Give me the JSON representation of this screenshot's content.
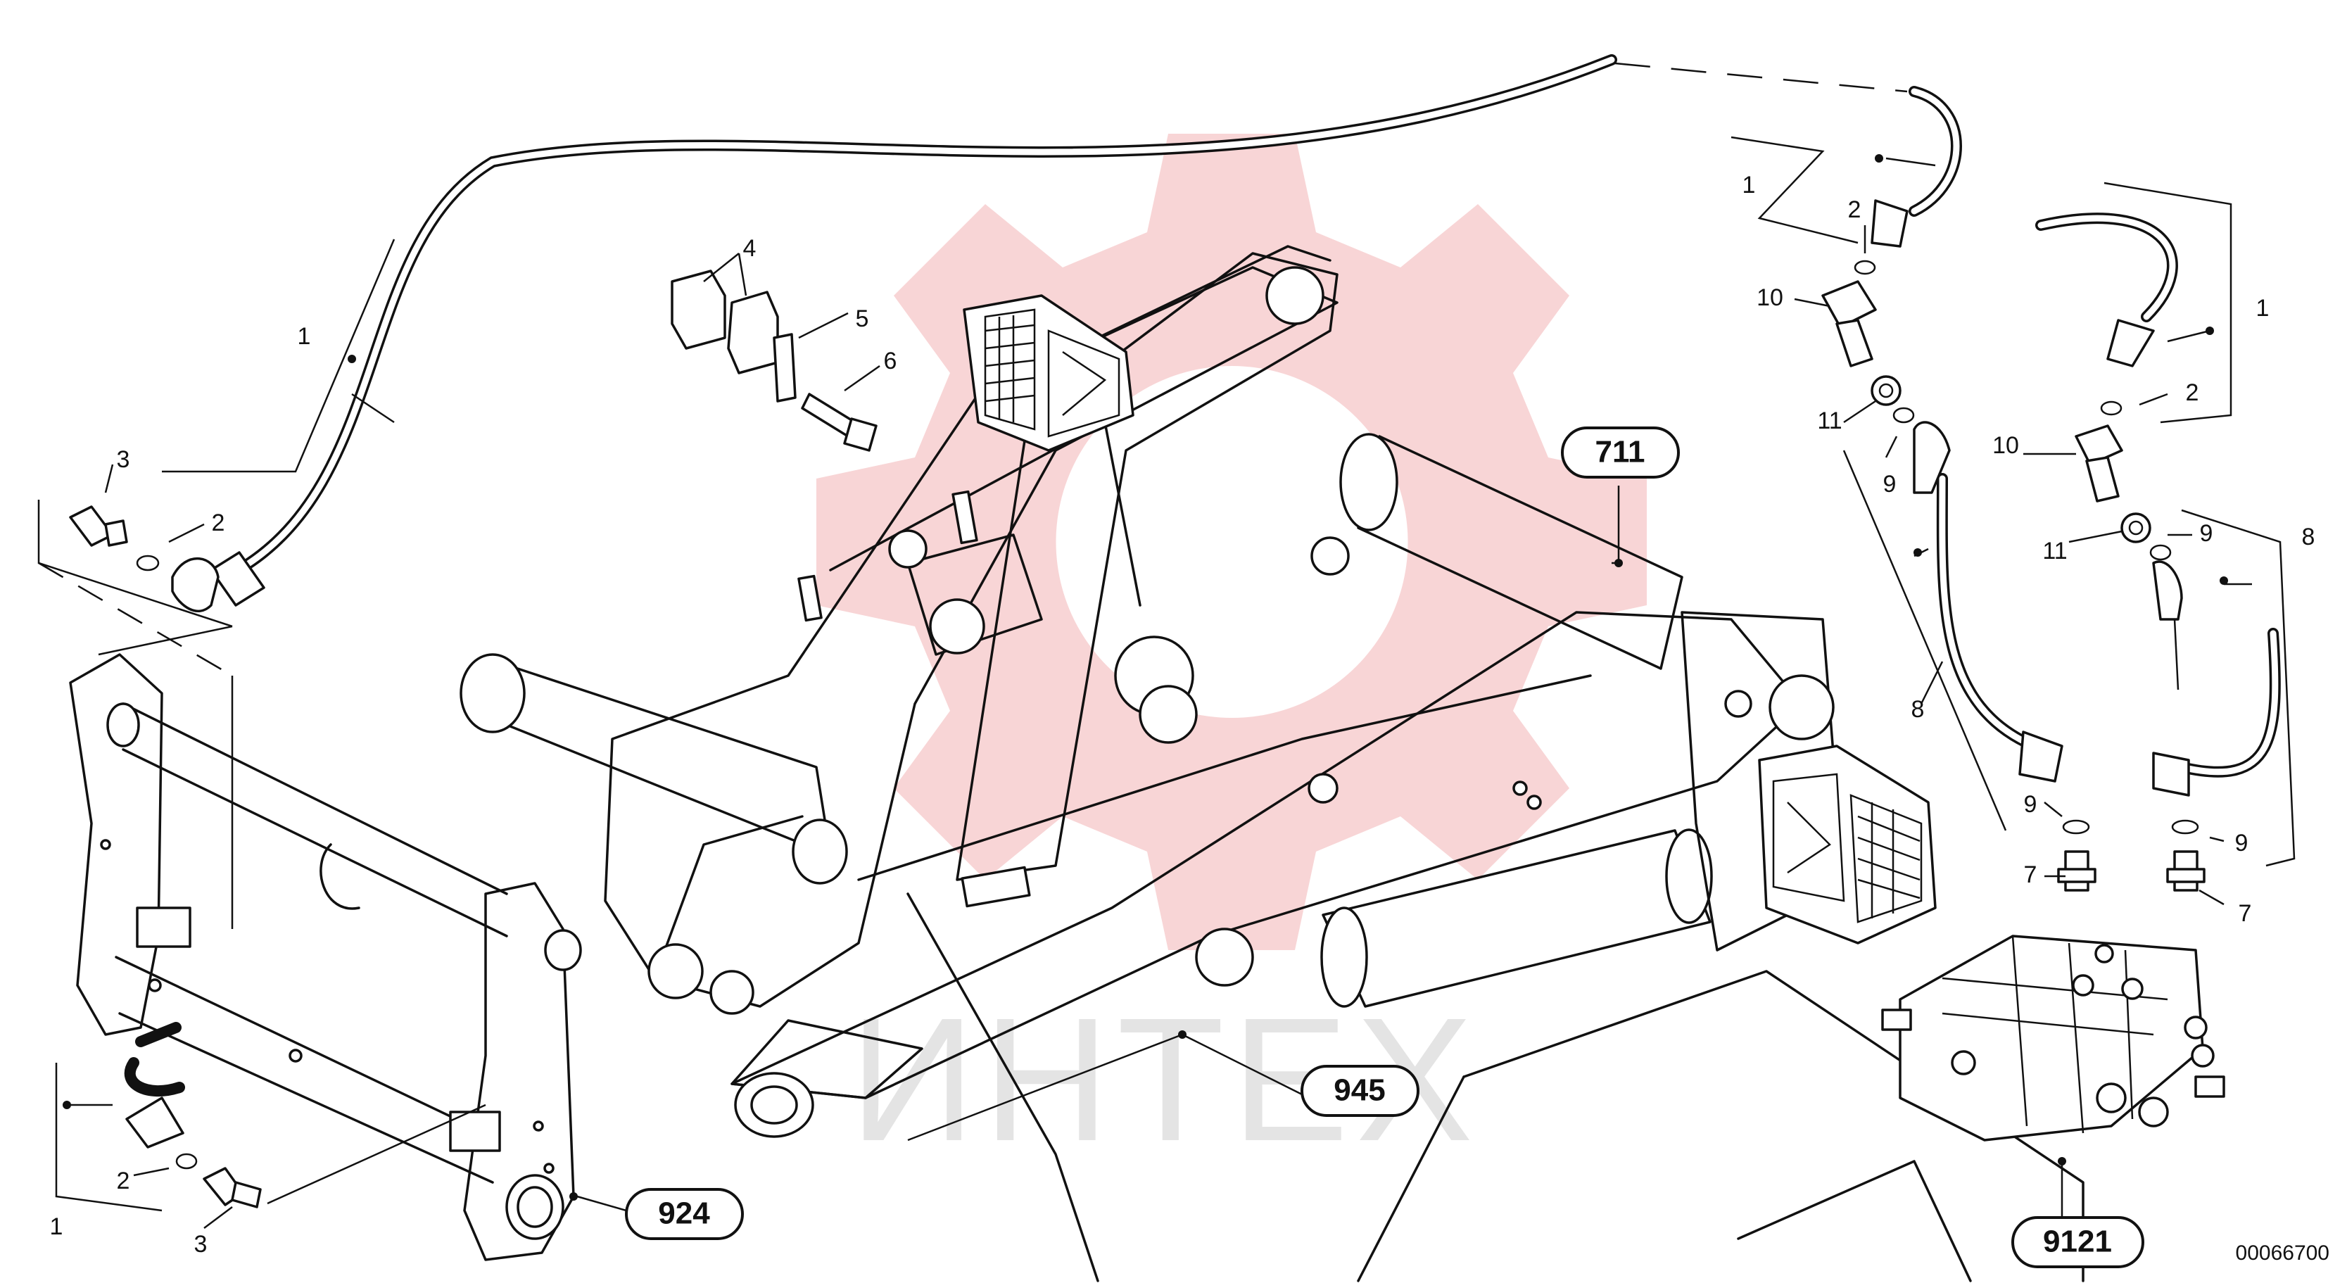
{
  "watermark": {
    "text": "ИНТЕХ",
    "gear_color": "#f3b2b5",
    "text_color": "#c8c8c8"
  },
  "drawing_code": "00066700",
  "callouts": [
    {
      "id": "c-1a",
      "text": "1"
    },
    {
      "id": "c-2a",
      "text": "2"
    },
    {
      "id": "c-3a",
      "text": "3"
    },
    {
      "id": "c-4",
      "text": "4"
    },
    {
      "id": "c-5",
      "text": "5"
    },
    {
      "id": "c-6",
      "text": "6"
    },
    {
      "id": "c-1b",
      "text": "1"
    },
    {
      "id": "c-2b",
      "text": "2"
    },
    {
      "id": "c-3b",
      "text": "3"
    },
    {
      "id": "c-1c",
      "text": "1"
    },
    {
      "id": "c-2c",
      "text": "2"
    },
    {
      "id": "c-10a",
      "text": "10"
    },
    {
      "id": "c-11a",
      "text": "11"
    },
    {
      "id": "c-9a",
      "text": "9"
    },
    {
      "id": "c-8a",
      "text": "8"
    },
    {
      "id": "c-9b",
      "text": "9"
    },
    {
      "id": "c-7a",
      "text": "7"
    },
    {
      "id": "c-1d",
      "text": "1"
    },
    {
      "id": "c-2d",
      "text": "2"
    },
    {
      "id": "c-10b",
      "text": "10"
    },
    {
      "id": "c-11b",
      "text": "11"
    },
    {
      "id": "c-9c",
      "text": "9"
    },
    {
      "id": "c-8b",
      "text": "8"
    },
    {
      "id": "c-9d",
      "text": "9"
    },
    {
      "id": "c-7b",
      "text": "7"
    }
  ],
  "references": [
    {
      "id": "r-711",
      "text": "711"
    },
    {
      "id": "r-945",
      "text": "945"
    },
    {
      "id": "r-924",
      "text": "924"
    },
    {
      "id": "r-9121",
      "text": "9121"
    }
  ]
}
